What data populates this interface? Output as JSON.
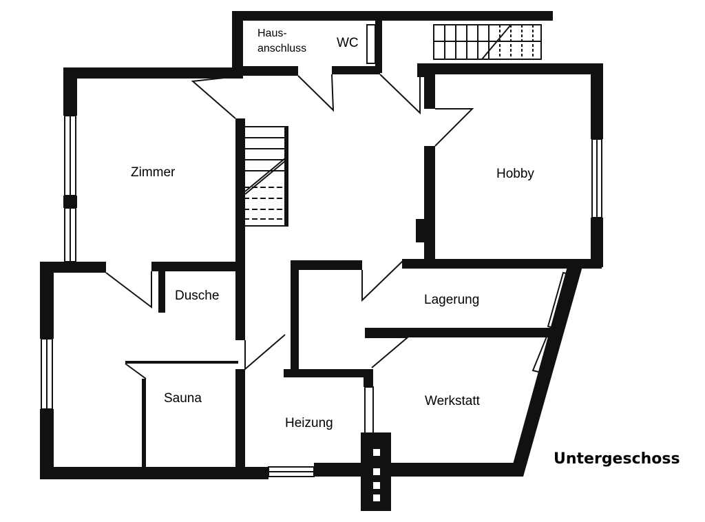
{
  "plan_title": "Untergeschoss",
  "rooms": {
    "hausanschluss_line1": "Haus-",
    "hausanschluss_line2": "anschluss",
    "wc": "WC",
    "zimmer": "Zimmer",
    "hobby": "Hobby",
    "dusche": "Dusche",
    "lagerung": "Lagerung",
    "sauna": "Sauna",
    "werkstatt": "Werkstatt",
    "heizung": "Heizung"
  },
  "colors": {
    "wall": "#111111",
    "background": "#ffffff"
  }
}
